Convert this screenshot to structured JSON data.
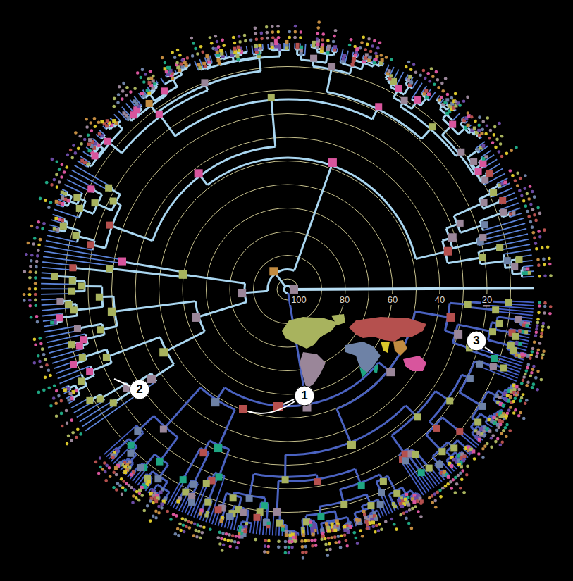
{
  "diagram": {
    "nodes": [
      {
        "text": [
          "1"
        ]
      },
      {
        "text": [
          "2"
        ]
      },
      {
        "text": [
          "3"
        ]
      }
    ],
    "labels": [
      "100",
      "80",
      "60",
      "40",
      "20"
    ]
  }
}
